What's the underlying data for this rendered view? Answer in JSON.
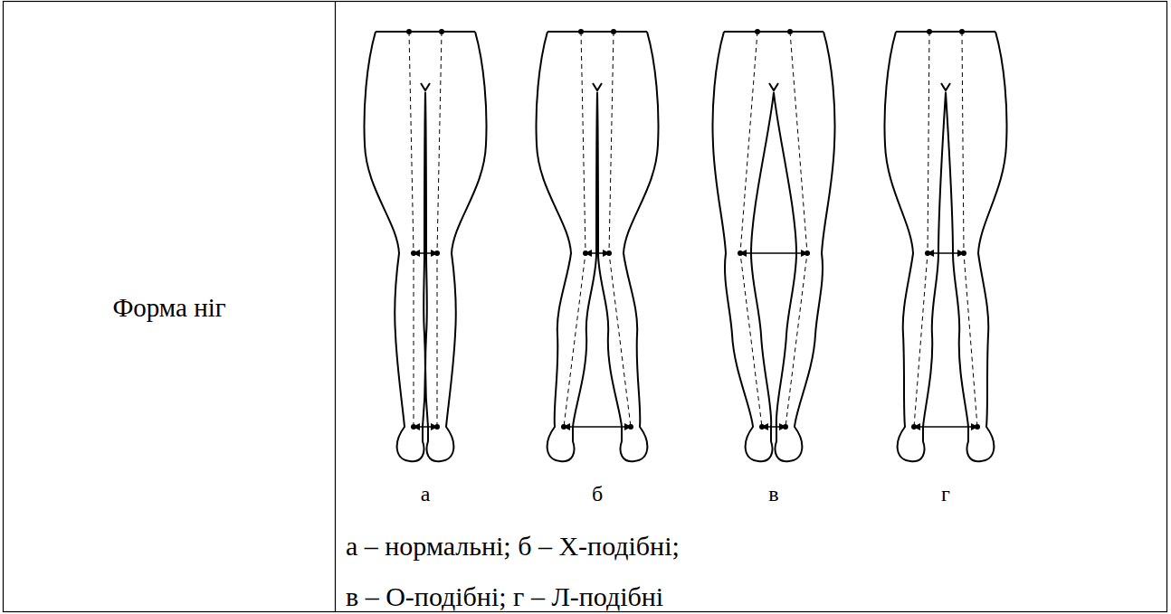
{
  "diagram": {
    "labels": [
      "Форма ніг",
      "а",
      "б",
      "в",
      "г",
      "а – нормальні; б – Х-подібні;",
      "в – О-подібні; г – Л-подібні"
    ]
  }
}
